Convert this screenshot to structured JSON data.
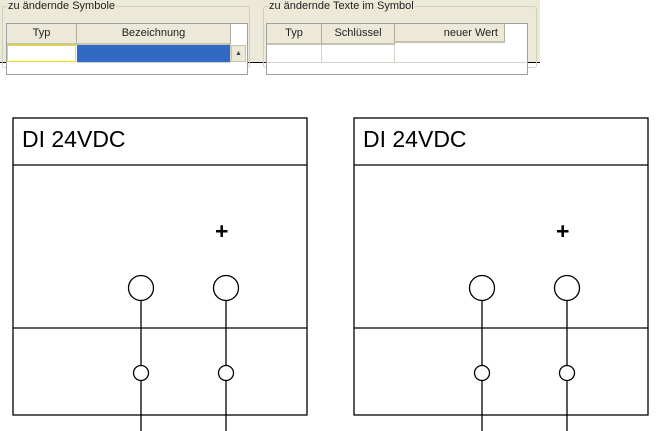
{
  "left_group": {
    "title": "zu ändernde Symbole",
    "columns": [
      "Typ",
      "Bezeichnung"
    ]
  },
  "right_group": {
    "title": "zu ändernde Texte im Symbol",
    "columns": [
      "Typ",
      "Schlüssel",
      "neuer Wert"
    ]
  },
  "symbols": [
    {
      "title": "DI 24VDC",
      "plus": "+"
    },
    {
      "title": "DI 24VDC",
      "plus": "+"
    }
  ],
  "colors": {
    "panel": "#ece9d8",
    "selection": "#316ac5",
    "focus": "#f0e000"
  }
}
